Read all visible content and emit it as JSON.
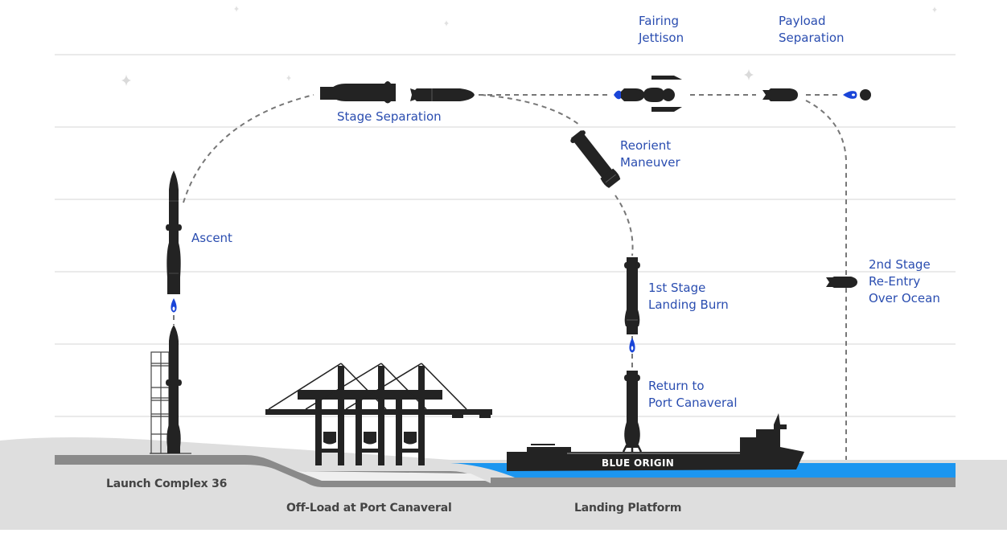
{
  "diagram": {
    "title": "Blue Origin New Glenn mission profile",
    "colors": {
      "label_blue": "#2a4db0",
      "flame_blue": "#1a45d8",
      "water_blue": "#1c96f0",
      "rocket_black": "#232323",
      "ground_gray": "#dedede",
      "road_gray": "#8a8a8a",
      "grid_line": "#e3e3e3"
    },
    "phases": [
      {
        "id": "ascent",
        "lines": [
          "Ascent"
        ]
      },
      {
        "id": "stage-separation",
        "lines": [
          "Stage Separation"
        ]
      },
      {
        "id": "fairing-jettison",
        "lines": [
          "Fairing",
          "Jettison"
        ]
      },
      {
        "id": "payload-separation",
        "lines": [
          "Payload",
          "Separation"
        ]
      },
      {
        "id": "reorient-maneuver",
        "lines": [
          "Reorient",
          "Maneuver"
        ]
      },
      {
        "id": "landing-burn",
        "lines": [
          "1st Stage",
          "Landing Burn"
        ]
      },
      {
        "id": "return",
        "lines": [
          "Return to",
          "Port Canaveral"
        ]
      },
      {
        "id": "reentry",
        "lines": [
          "2nd Stage",
          "Re-Entry",
          "Over Ocean"
        ]
      }
    ],
    "locations": [
      {
        "id": "launch-complex",
        "label": "Launch Complex 36"
      },
      {
        "id": "offload",
        "label": "Off-Load at Port Canaveral"
      },
      {
        "id": "landing-platform",
        "label": "Landing Platform"
      }
    ],
    "ship_name": "BLUE ORIGIN"
  }
}
